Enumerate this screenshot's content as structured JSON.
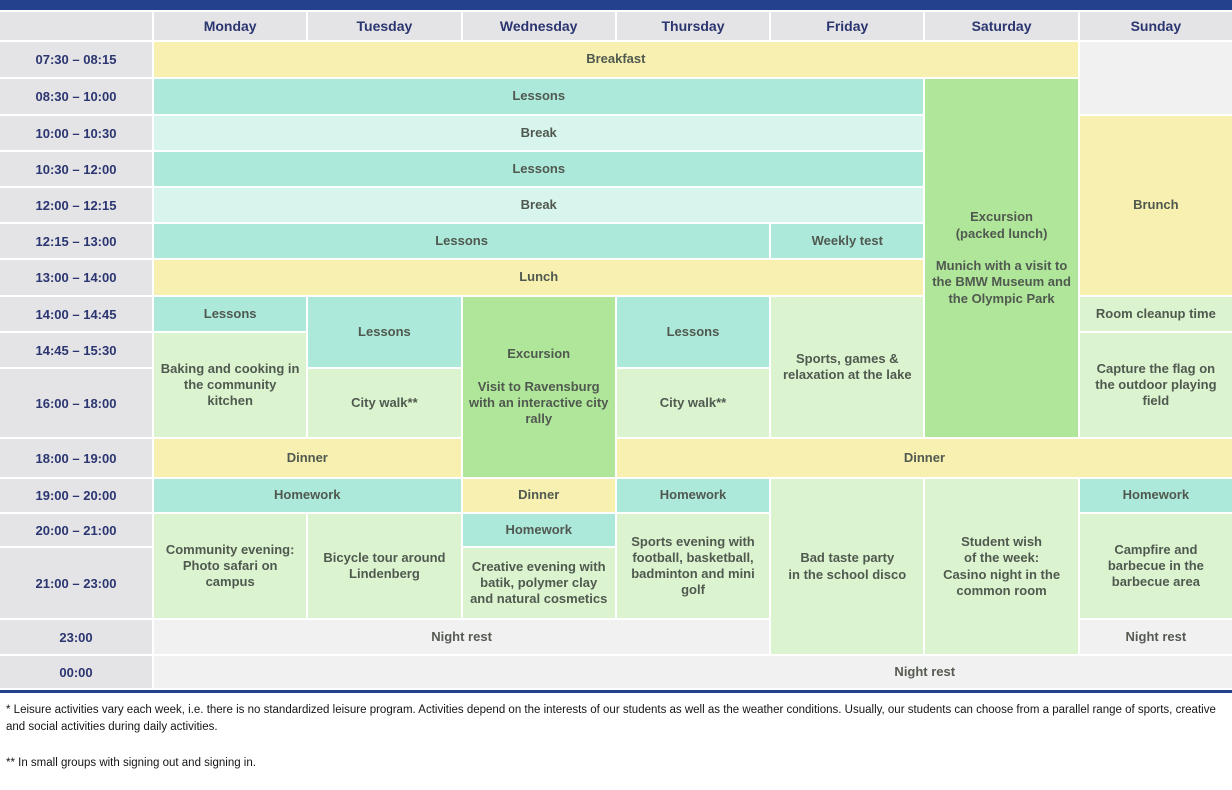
{
  "header": {
    "days": [
      "Monday",
      "Tuesday",
      "Wednesday",
      "Thursday",
      "Friday",
      "Saturday",
      "Sunday"
    ]
  },
  "times": [
    "07:30 – 08:15",
    "08:30 – 10:00",
    "10:00 – 10:30",
    "10:30 – 12:00",
    "12:00 – 12:15",
    "12:15 – 13:00",
    "13:00 – 14:00",
    "14:00 – 14:45",
    "14:45 – 15:30",
    "16:00 – 18:00",
    "18:00 – 19:00",
    "19:00 – 20:00",
    "20:00 – 21:00",
    "21:00 – 23:00",
    "23:00",
    "00:00"
  ],
  "cells": {
    "breakfast": "Breakfast",
    "lessons": "Lessons",
    "break": "Break",
    "weekly_test": "Weekly test",
    "lunch": "Lunch",
    "brunch": "Brunch",
    "dinner": "Dinner",
    "homework": "Homework",
    "night_rest": "Night rest",
    "city_walk": "City walk**",
    "room_cleanup": "Room cleanup time",
    "baking": "Baking and cooking in the community kitchen",
    "excursion_wed": "Excursion\n\nVisit to Ravensburg with an interactive city rally",
    "sports_lake": "Sports, games &\nrelaxation at the lake",
    "excursion_sat": "Excursion\n(packed lunch)\n\nMunich with a visit to the BMW Museum and the Olympic Park",
    "capture_flag": "Capture the flag on the outdoor playing field",
    "community_evening": "Community evening:\nPhoto safari on campus",
    "bicycle_tour": "Bicycle tour around Lindenberg",
    "creative_evening": "Creative evening with batik, polymer clay and natural cosmetics",
    "sports_evening": "Sports evening with football, basketball, badminton and mini golf",
    "bad_taste_party": "Bad taste party\nin the school disco",
    "casino_night": "Student wish\nof the week:\nCasino night in the common room",
    "campfire": "Campfire and barbecue in the barbecue area"
  },
  "colors": {
    "navy": "#24418e",
    "header_text": "#2b3570",
    "cell_text": "#50594f",
    "meal_yellow": "#f7f0b0",
    "lesson_teal": "#ade9db",
    "break_cyan": "#d7f4ed",
    "excursion_green": "#b0e69a",
    "activity_green": "#dbf4cf",
    "rest_gray": "#f1f1f2"
  },
  "footnotes": {
    "note1": "* Leisure activities vary each week, i.e. there is no standardized leisure program. Activities depend on the interests of our students as well as the weather conditions. Usually, our students can choose from a parallel range of sports, creative and social activities during daily activities.",
    "note2": "** In small groups with signing out and signing in."
  }
}
